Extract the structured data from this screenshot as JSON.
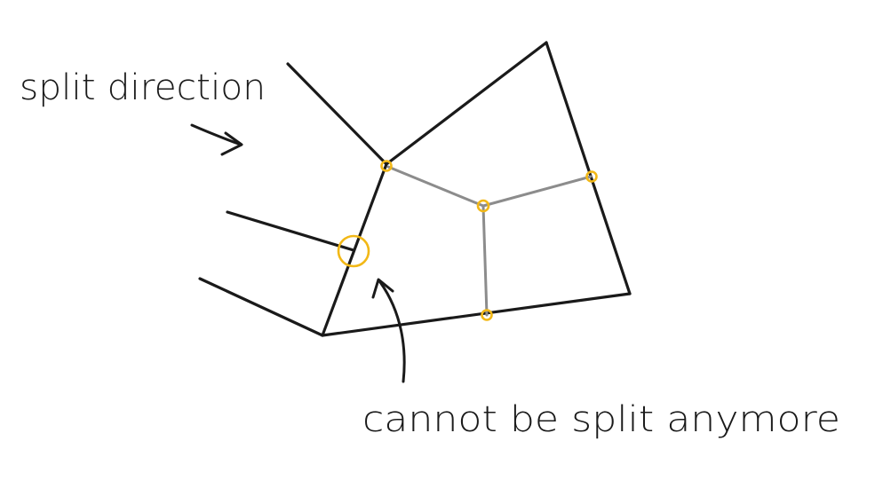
{
  "labels": {
    "split_direction": "split direction",
    "cannot_split": "cannot be split anymore"
  },
  "colors": {
    "ink": "#1a1a1a",
    "gray_edge": "#8c8c8c",
    "highlight": "#f2b817",
    "background": "#ffffff"
  },
  "icons": {
    "split_direction_arrow": "arrow-right-down",
    "cannot_split_arrow": "arrow-up"
  }
}
